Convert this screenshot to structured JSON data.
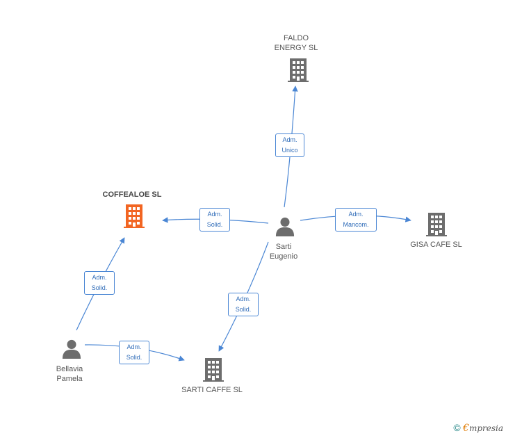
{
  "nodes": {
    "coffealoe": {
      "label": "COFFEALOE SL",
      "kind": "company-main",
      "color": "#f26522"
    },
    "faldo": {
      "label": "FALDO\nENERGY SL",
      "kind": "company",
      "color": "#6d6d6d"
    },
    "gisa": {
      "label": "GISA CAFE SL",
      "kind": "company",
      "color": "#6d6d6d"
    },
    "sarti_caffe": {
      "label": "SARTI CAFFE SL",
      "kind": "company",
      "color": "#6d6d6d"
    },
    "sarti_eugenio": {
      "label": "Sarti\nEugenio",
      "kind": "person",
      "color": "#6d6d6d"
    },
    "bellavia": {
      "label": "Bellavia\nPamela",
      "kind": "person",
      "color": "#6d6d6d"
    }
  },
  "edges": [
    {
      "label": "Adm.\nUnico"
    },
    {
      "label": "Adm.\nSolid."
    },
    {
      "label": "Adm.\nMancom."
    },
    {
      "label": "Adm.\nSolid."
    },
    {
      "label": "Adm.\nSolid."
    },
    {
      "label": "Adm.\nSolid."
    }
  ],
  "colors": {
    "edge": "#4a86d4",
    "accent": "#f26522",
    "icon": "#6d6d6d"
  },
  "watermark": {
    "copyright": "©",
    "brand_initial": "€",
    "brand_rest": "mpresia"
  }
}
